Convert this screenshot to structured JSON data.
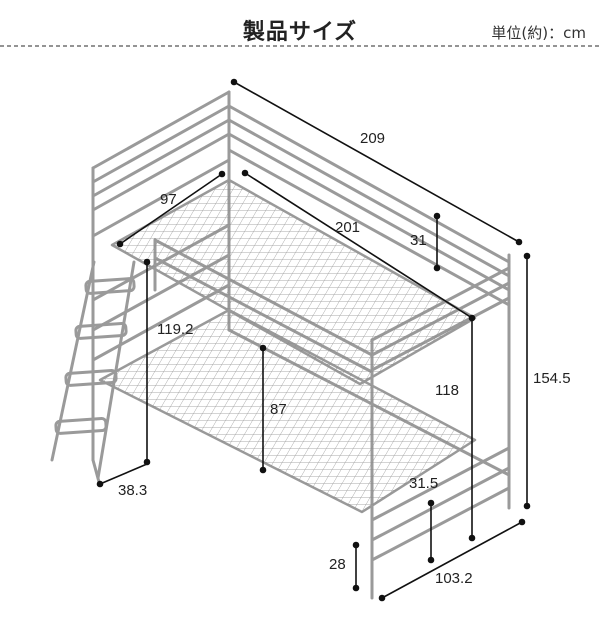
{
  "title": "製品サイズ",
  "unit_label": "単位(約)：cm",
  "colors": {
    "frame": "#9a9a9a",
    "grid": "#8c8c8c",
    "dimension": "#111111",
    "divider": "#555555"
  },
  "dimensions": {
    "overall_length": "209",
    "mattress_width": "97",
    "mattress_length": "201",
    "guard_height": "31",
    "ladder_height": "119.2",
    "upper_clearance": "118",
    "overall_height": "154.5",
    "lower_clearance": "87",
    "ladder_depth": "38.3",
    "lower_guard_height": "31.5",
    "floor_clearance": "28",
    "overall_width": "103.2"
  }
}
